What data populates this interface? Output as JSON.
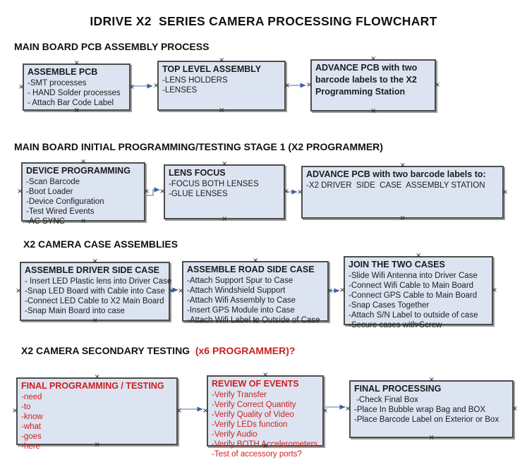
{
  "title": "IDRIVE X2  SERIES CAMERA PROCESSING FLOWCHART",
  "colors": {
    "box_fill": "#dde4f1",
    "box_border": "#4d4d4d",
    "box_shadow": "#9b9b9b",
    "red_text": "#cc2020",
    "arrow_line": "#8ba2c7",
    "arrow_head": "#3c5fa8"
  },
  "sections": [
    {
      "heading": "MAIN BOARD PCB ASSEMBLY PROCESS",
      "boxes": [
        {
          "title": "ASSEMBLE PCB",
          "lines": [
            "-SMT processes",
            "- HAND Solder processes",
            "- Attach Bar Code Label"
          ]
        },
        {
          "title": "TOP LEVEL ASSEMBLY",
          "lines": [
            "-LENS HOLDERS",
            "-LENSES"
          ]
        },
        {
          "title": "ADVANCE PCB with two barcode labels to the X2 Programming Station",
          "lines": []
        }
      ]
    },
    {
      "heading": "MAIN BOARD INITIAL PROGRAMMING/TESTING STAGE 1 (X2 PROGRAMMER)",
      "boxes": [
        {
          "title": "DEVICE PROGRAMMING",
          "lines": [
            "-Scan Barcode",
            "-Boot Loader",
            "-Device Configuration",
            "-Test Wired Events",
            "-AC SYNC"
          ]
        },
        {
          "title": "LENS FOCUS",
          "lines": [
            "-FOCUS BOTH LENSES",
            "-GLUE LENSES"
          ]
        },
        {
          "title": "ADVANCE PCB with two barcode labels to:",
          "lines": [
            "-X2 DRIVER  SIDE  CASE  ASSEMBLY STATION"
          ]
        }
      ]
    },
    {
      "heading": "X2 CAMERA CASE ASSEMBLIES",
      "boxes": [
        {
          "title": "ASSEMBLE DRIVER SIDE CASE",
          "lines": [
            "- Insert LED Plastic lens into Driver Case",
            "-Snap LED Board with Cable into Case",
            "-Connect LED Cable to X2 Main Board",
            "-Snap Main Board into case"
          ]
        },
        {
          "title": "ASSEMBLE ROAD SIDE CASE",
          "lines": [
            "-Attach Support Spur to Case",
            "-Attach Windshield Support",
            "-Attach Wifi Assembly to Case",
            "-Insert GPS Module into Case",
            "-Attach Wifi Label to Outside of Case"
          ]
        },
        {
          "title": "JOIN THE TWO CASES",
          "lines": [
            "-Slide Wifi Antenna into Driver Case",
            "-Connect Wifi Cable to Main Board",
            "-Connect GPS Cable to Main Board",
            "-Snap Cases Together",
            "-Attach S/N Label to outside of case",
            "-Secure cases with Screw"
          ]
        }
      ]
    },
    {
      "heading": "X2 CAMERA SECONDARY TESTING ",
      "heading_red": " (x6 PROGRAMMER)?",
      "boxes": [
        {
          "title": "FINAL PROGRAMMING / TESTING",
          "lines": [
            "-need",
            "-to",
            "-know",
            "-what",
            "-goes",
            "-here"
          ]
        },
        {
          "title": "REVIEW OF EVENTS",
          "lines": [
            "-Verify Transfer",
            "-Verify Correct Quantity",
            "-Verify Quality of Video",
            "-Verify LEDs function",
            "-Verify Audio",
            "-Verify BOTH Accelerometers",
            "-Test of accessory ports?"
          ]
        },
        {
          "title": "FINAL PROCESSING",
          "lines": [
            " -Check Final Box",
            "-Place In Bubble wrap Bag and BOX",
            "-Place Barcode Label on Exterior or Box"
          ]
        }
      ]
    }
  ]
}
